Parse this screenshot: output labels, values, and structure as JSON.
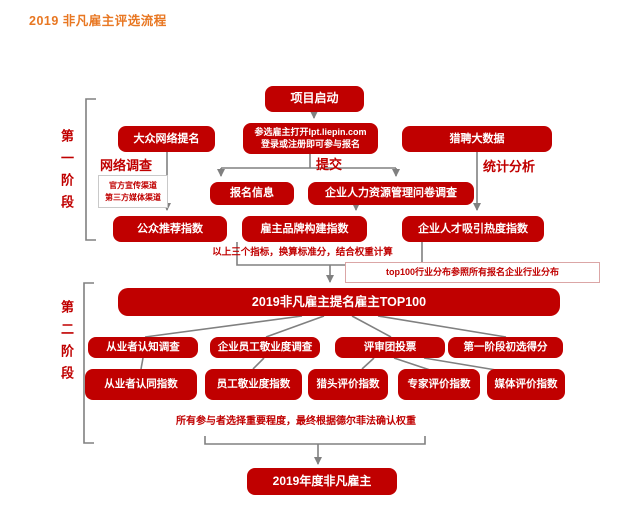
{
  "title": "2019 非凡雇主评选流程",
  "colors": {
    "title_orange": "#e87722",
    "node_red": "#c00000",
    "line_gray": "#808080",
    "note_border_gray": "#c9c9c9",
    "note_border_pink": "#dba6a6"
  },
  "stages": {
    "stage1": "第一阶段",
    "stage2": "第二阶段"
  },
  "nodes": {
    "project_start": "项目启动",
    "public_nomination": "大众网络提名",
    "apply_line1": "参选雇主打开lpt.liepin.com",
    "apply_line2": "登录或注册即可参与报名",
    "liepin_bigdata": "猎聘大数据",
    "registration_info": "报名信息",
    "hr_questionnaire": "企业人力资源管理问卷调查",
    "public_recommend_index": "公众推荐指数",
    "employer_brand_index": "雇主品牌构建指数",
    "talent_attraction_index": "企业人才吸引热度指数",
    "top100_banner": "2019非凡雇主提名雇主TOP100",
    "practitioner_survey": "从业者认知调查",
    "engagement_survey": "企业员工敬业度调查",
    "jury_vote": "评审团投票",
    "stage1_score": "第一阶段初选得分",
    "practitioner_index": "从业者认同指数",
    "engagement_index": "员工敬业度指数",
    "headhunter_index": "猎头评价指数",
    "expert_index": "专家评价指数",
    "media_index": "媒体评价指数",
    "final_award": "2019年度非凡雇主"
  },
  "labels": {
    "network_survey": "网络调查",
    "submit": "提交",
    "statistical_analysis": "统计分析",
    "channels_note_line1": "官方宣传渠道",
    "channels_note_line2": "第三方媒体渠道",
    "three_indicators_note": "以上三个指标，换算标准分，结合权重计算",
    "top100_note": "top100行业分布参照所有报名企业行业分布",
    "delphi_note": "所有参与者选择重要程度，最终根据德尔菲法确认权重"
  }
}
